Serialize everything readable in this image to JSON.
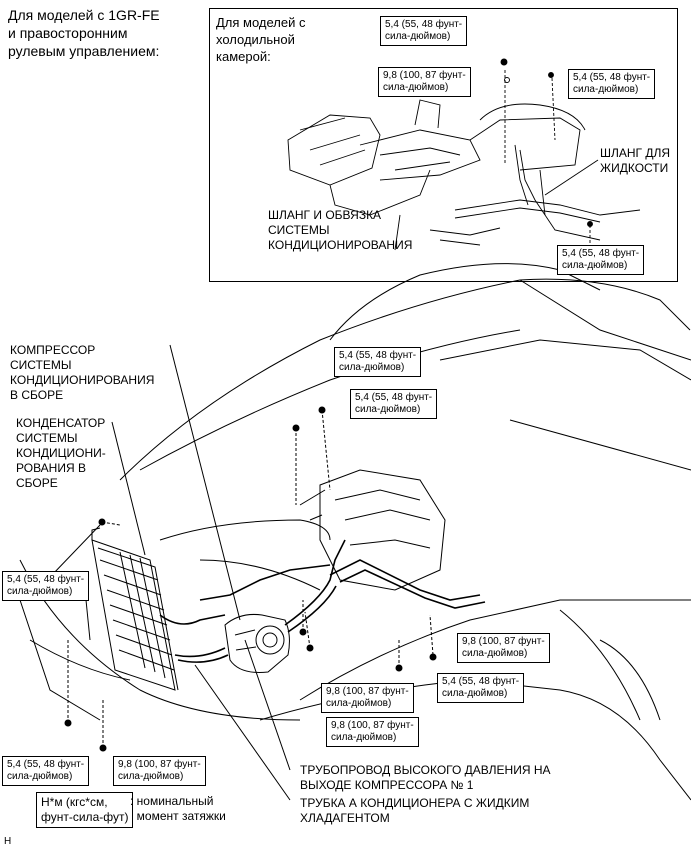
{
  "header_label": "Для моделей с 1GR-FE\nи правосторонним\nрулевым управлением:",
  "inset": {
    "title": "Для моделей с\nхолодильной\nкамерой:",
    "torque_1": "5,4 (55, 48 фунт-\nсила-дюймов)",
    "torque_2": "9,8 (100, 87 фунт-\nсила-дюймов)",
    "torque_3": "5,4 (55, 48 фунт-\nсила-дюймов)",
    "torque_4": "5,4 (55, 48 фунт-\nсила-дюймов)",
    "liquid_hose": "ШЛАНГ ДЛЯ\nЖИДКОСТИ",
    "hose_harness": "ШЛАНГ И ОБВЯЗКА\nСИСТЕМЫ\nКОНДИЦИОНИРОВАНИЯ"
  },
  "main": {
    "compressor": "КОМПРЕССОР\nСИСТЕМЫ\nКОНДИЦИОНИРОВАНИЯ\nВ СБОРЕ",
    "condenser": "КОНДЕНСАТОР\nСИСТЕМЫ\nКОНДИЦИОНИ-\nРОВАНИЯ В\nСБОРЕ",
    "t_top1": "5,4 (55, 48 фунт-\nсила-дюймов)",
    "t_top2": "5,4 (55, 48 фунт-\nсила-дюймов)",
    "t_left": "5,4 (55, 48 фунт-\nсила-дюймов)",
    "t_right1": "9,8 (100, 87 фунт-\nсила-дюймов)",
    "t_right2": "5,4 (55, 48 фунт-\nсила-дюймов)",
    "t_mid1": "9,8 (100, 87 фунт-\nсила-дюймов)",
    "t_mid2": "9,8 (100, 87 фунт-\nсила-дюймов)",
    "t_bl1": "5,4 (55, 48 фунт-\nсила-дюймов)",
    "t_bl2": "9,8 (100, 87 фунт-\nсила-дюймов)",
    "discharge_pipe": "ТРУБОПРОВОД ВЫСОКОГО ДАВЛЕНИЯ НА\nВЫХОДЕ КОМПРЕССОРА № 1",
    "liquid_tube": "ТРУБКА А КОНДИЦИОНЕРА С ЖИДКИМ\nХЛАДАГЕНТОМ"
  },
  "legend": {
    "unit": "Н*м (кгс*см,\nфунт-сила-фут)",
    "desc": ": номинальный\n  момент затяжки"
  },
  "footer_mark": "H"
}
